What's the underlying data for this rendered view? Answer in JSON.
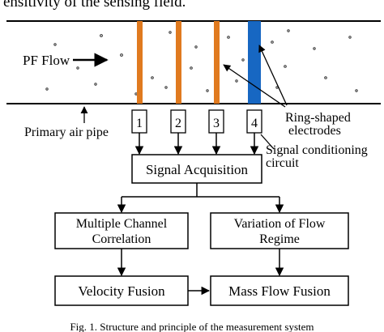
{
  "header_text": "ensitivity of the sensing field.",
  "pipe": {
    "flow_label": "PF Flow",
    "pipe_label": "Primary air pipe",
    "ring_label_line1": "Ring-shaped",
    "ring_label_line2": "electrodes"
  },
  "electrodes": [
    {
      "number": "1",
      "color": "#e07a1f"
    },
    {
      "number": "2",
      "color": "#e07a1f"
    },
    {
      "number": "3",
      "color": "#e07a1f"
    },
    {
      "number": "4",
      "color": "#1767c2"
    }
  ],
  "conditioning_line1": "Signal conditioning",
  "conditioning_line2": "circuit",
  "blocks": {
    "acquisition": "Signal Acquisition",
    "correlation_line1": "Multiple Channel",
    "correlation_line2": "Correlation",
    "regime_line1": "Variation of Flow",
    "regime_line2": "Regime",
    "velocity": "Velocity Fusion",
    "mass_flow": "Mass Flow Fusion"
  },
  "caption": "Fig. 1.   Structure and principle of the measurement system"
}
